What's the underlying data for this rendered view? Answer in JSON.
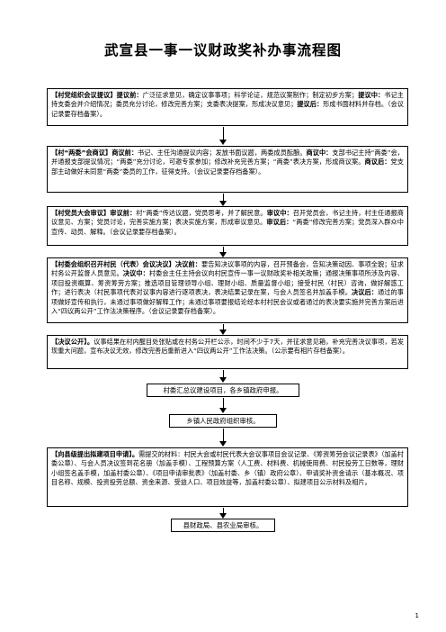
{
  "title": "武宣县一事一议财政奖补办事流程图",
  "step1": {
    "h1": "【村党组织会议提议】",
    "l1": "提议前：",
    "t1": "广泛征求意见，确定议事事项；科学论证，规范议案制作；制定初步方案；",
    "l2": "提议中：",
    "t2": "书记主持支委会并介绍情况；委员充分讨论，修改完善方案；支委表决提案，形成决议意见；",
    "l3": "提议后：",
    "t3": "形成书面材料并存档。（会议记录要存档备案）。"
  },
  "step2": {
    "h1": "【村“两委”会商议】",
    "l1": "商议前：",
    "t1": "书记、主任沟通提议内容；发放书面议题，两委成员酝酿。",
    "l2": "商议中：",
    "t2": "支部书记主持“两委”会，并通报支部提议情况；“两委”充分讨论，可邀专家参加；修改补充完善方案；“两委”表决方案，形成商议案。",
    "l3": "商议后：",
    "t3": "党支部主动做好未同意“两委”委员的工作，征得支持。（会议记录要存档备案）。"
  },
  "step3": {
    "h1": "【村党员大会审议】",
    "l1": "审议前：",
    "t1": "村“两委”传达议题，党员思考，并了解民意。",
    "l2": "审议中：",
    "t2": "召开党员会，书记主持，村主任通报商议意见、方案；党员讨论，完善实施方案；表决实施方案，形成审议意见。",
    "l3": "审议后：",
    "t3": "“两委”修改完善方案；党员深入群众中宣传、动员、解释。（会议记录要存档备案）。"
  },
  "step4": {
    "h1": "【村委会组织召开村民（代表）会议决议】",
    "l1": "决议前：",
    "t1": "要告知决议事项的内容，召开预备会，告知决策动因、事项全貌；征求村务公开监督人员意见。",
    "l2": "决议中：",
    "t2": "村委会主任主持会议向村民宣传一事一议财政奖补相关政策；通报决策事项所涉及内容、项目投资概算、筹资筹劳方案；推选项目管理领导小组、理财小组、质量监督小组；接受村民（村民）咨询，做好解惑工作；进行表决（村民事项代表对议事内容进行逐项表决，表决结果记录在案，与会人员签名并加盖手模。",
    "l3": "决议后：",
    "t3": "通过的事项做好宣传和执行，未通过事项做好解释工作；未通过事项要报结论经本村村民会议或者通过的表决要实施并完善方案后进入“四议两公开”工作法决策程序。（会议记录要存档备案）。"
  },
  "step5": {
    "h1": "【决议公开】。",
    "t1": "议事结果在村内醒目处张贴或在村务公开栏公示，时间不少于7天，并征求意见箱，补充完善决议事项，若发现重大问题，宣布决议无效，修改完善后重新进入“四议两公开”工作法决策。（公示要有相片存档备案）。"
  },
  "step6": "村委汇总议建设项目，各乡镇政府申报。",
  "step7": "乡镇人民政府组织审核。",
  "step8": {
    "h1": "【向县级提出拟建项目申请】。",
    "t1": "需提交的材料：村民大会或村民代表大会议事项目会议记录、《筹资筹劳会议记录表》（加盖村委公章）、与会人员决议签到花名册（加盖手模）、工程预算方案（人工费、材料费、机械使用费、村民投劳工日数等，理财小组签名盖手模，加盖村委公章）、《项目申请审批表》（加盖村委、乡（镇）政府公章）、申请奖补资金请示（基本概况、项目名称、规模、投资投劳总额、资金来源、受益人口、项目效益等，加盖村委公章）、拟建项目公示材料及相片。"
  },
  "step9": "县财政局、县农业局审核。",
  "page_number": "1"
}
